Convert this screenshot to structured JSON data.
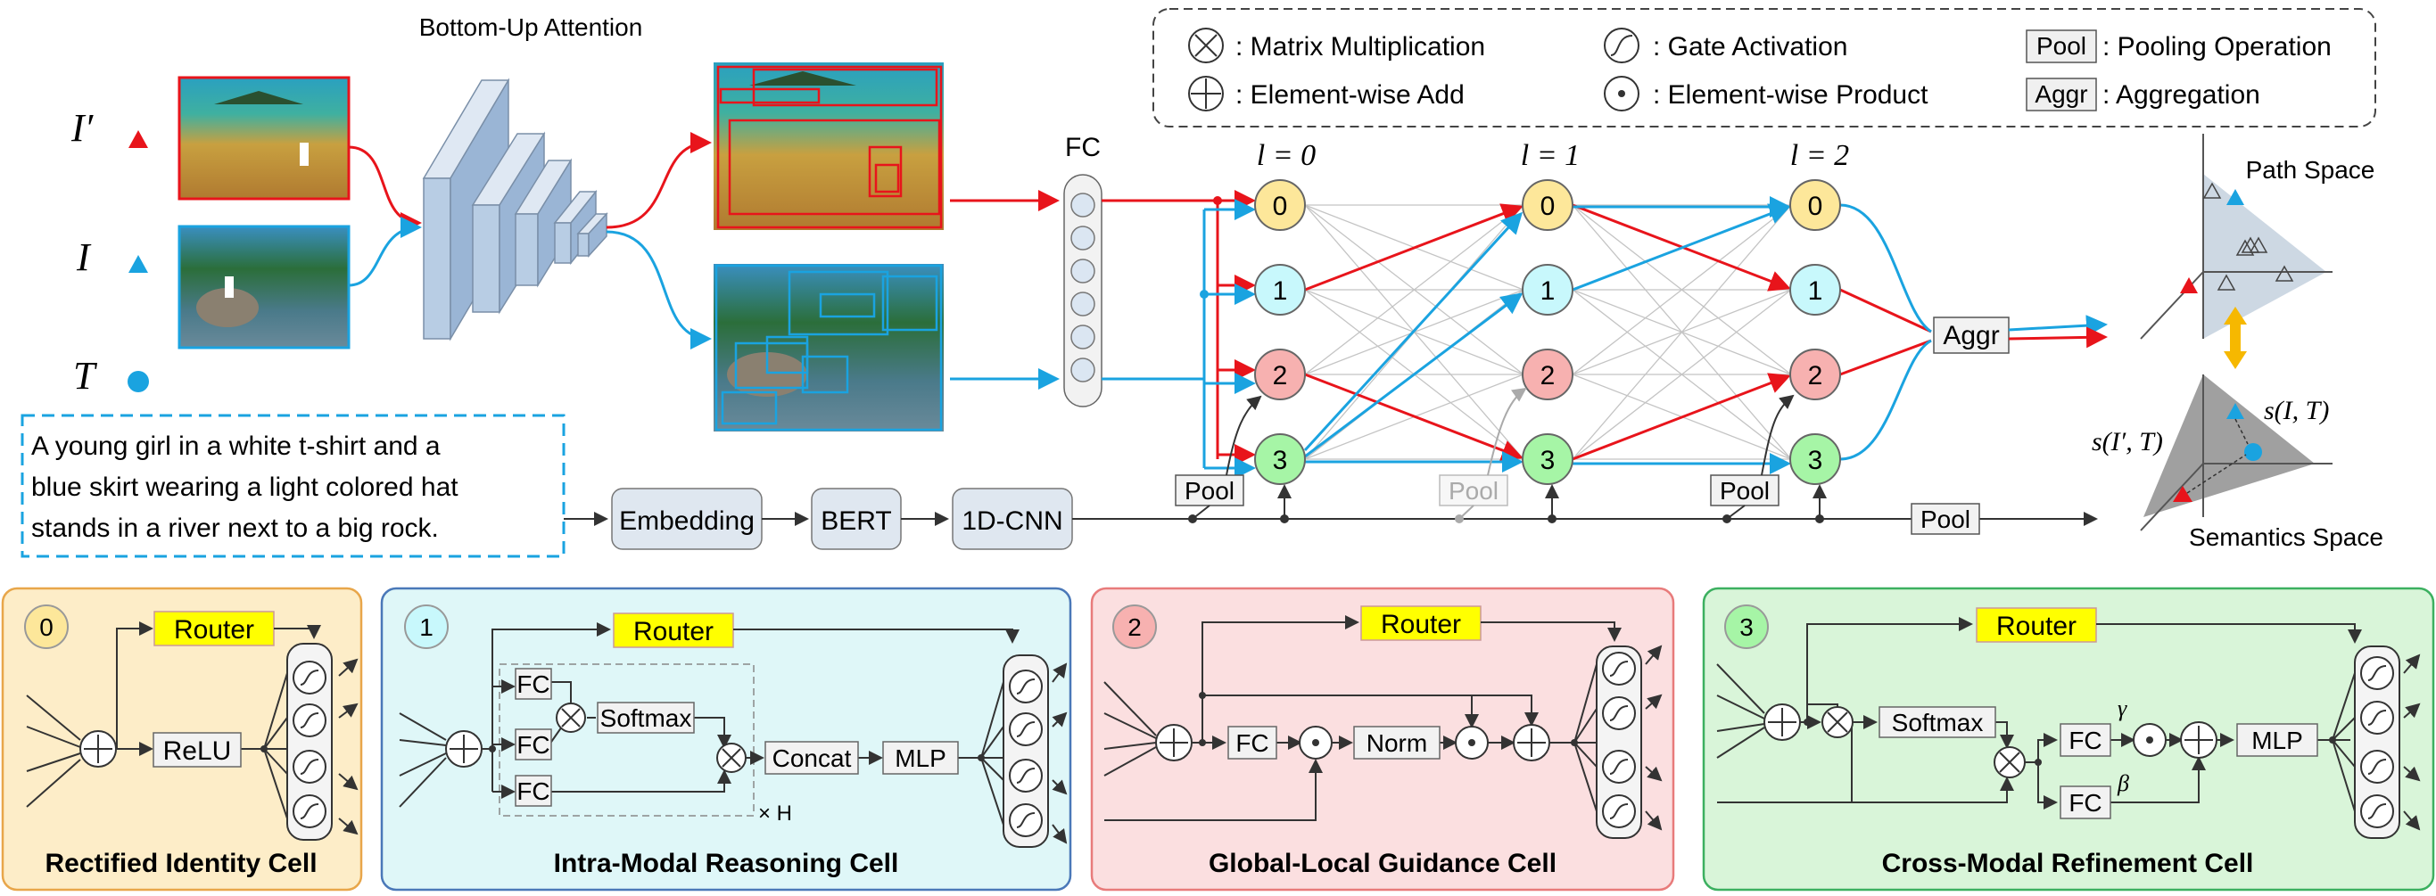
{
  "legend": {
    "matmul": ": Matrix Multiplication",
    "add": ": Element-wise Add",
    "gate": ": Gate Activation",
    "product": ": Element-wise Product",
    "pool_label": "Pool",
    "pool": ": Pooling Operation",
    "aggr_label": "Aggr",
    "aggr": ": Aggregation"
  },
  "inputs": {
    "i_prime": "I′",
    "i": "I",
    "t": "T",
    "caption": [
      "A young girl in a white t-shirt and a",
      "blue skirt wearing a light colored hat",
      "stands in a river next to a big rock."
    ]
  },
  "bottom_up": "Bottom-Up Attention",
  "fc": "FC",
  "layers": [
    "l = 0",
    "l = 1",
    "l = 2"
  ],
  "cell_ids": [
    "0",
    "1",
    "2",
    "3"
  ],
  "aggr": "Aggr",
  "pool": "Pool",
  "text_pipeline": [
    "Embedding",
    "BERT",
    "1D-CNN"
  ],
  "spaces": {
    "path": "Path Space",
    "semantics": "Semantics Space",
    "s_it": "s(I, T)",
    "s_ipt": "s(I′, T)"
  },
  "cells": [
    {
      "id": "0",
      "title": "Rectified Identity Cell",
      "router": "Router",
      "ops": [
        "ReLU"
      ]
    },
    {
      "id": "1",
      "title": "Intra-Modal Reasoning Cell",
      "router": "Router",
      "ops": [
        "FC",
        "FC",
        "FC",
        "Softmax",
        "Concat",
        "MLP",
        "× H"
      ]
    },
    {
      "id": "2",
      "title": "Global-Local Guidance Cell",
      "router": "Router",
      "ops": [
        "FC",
        "Norm"
      ]
    },
    {
      "id": "3",
      "title": "Cross-Modal Refinement Cell",
      "router": "Router",
      "ops": [
        "Softmax",
        "FC",
        "FC",
        "MLP",
        "γ",
        "β"
      ]
    }
  ],
  "colors": {
    "red": "#e8141b",
    "blue": "#1aa3e0",
    "yellow_node": "#fde79a",
    "cyan_node": "#c8f8fc",
    "pink_node": "#f7b1b0",
    "green_node": "#a6f5a6",
    "router": "#ffff00"
  }
}
